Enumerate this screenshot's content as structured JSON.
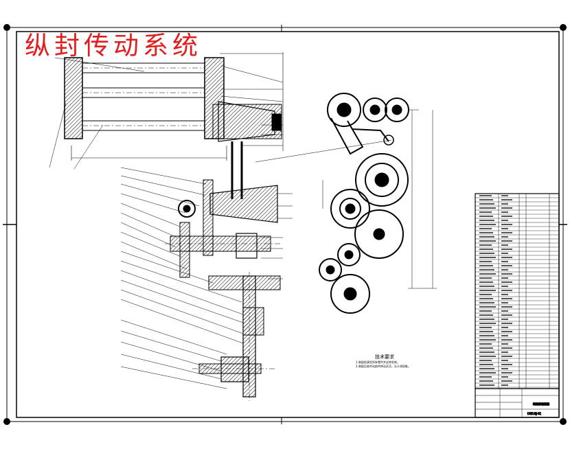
{
  "title": "纵封传动系统",
  "technical_requirements": {
    "heading": "技术要求",
    "lines": [
      "1.装配前清洗所有零件并去除毛刺。",
      "2.装配后各传动部件转动灵活，无卡滞现象。"
    ]
  },
  "title_block": {
    "drawing_name": "纵封传动系统",
    "drawing_no": "DGX-BJ-01"
  },
  "colors": {
    "title": "#e11d1d",
    "line": "#000000",
    "paper": "#ffffff"
  }
}
